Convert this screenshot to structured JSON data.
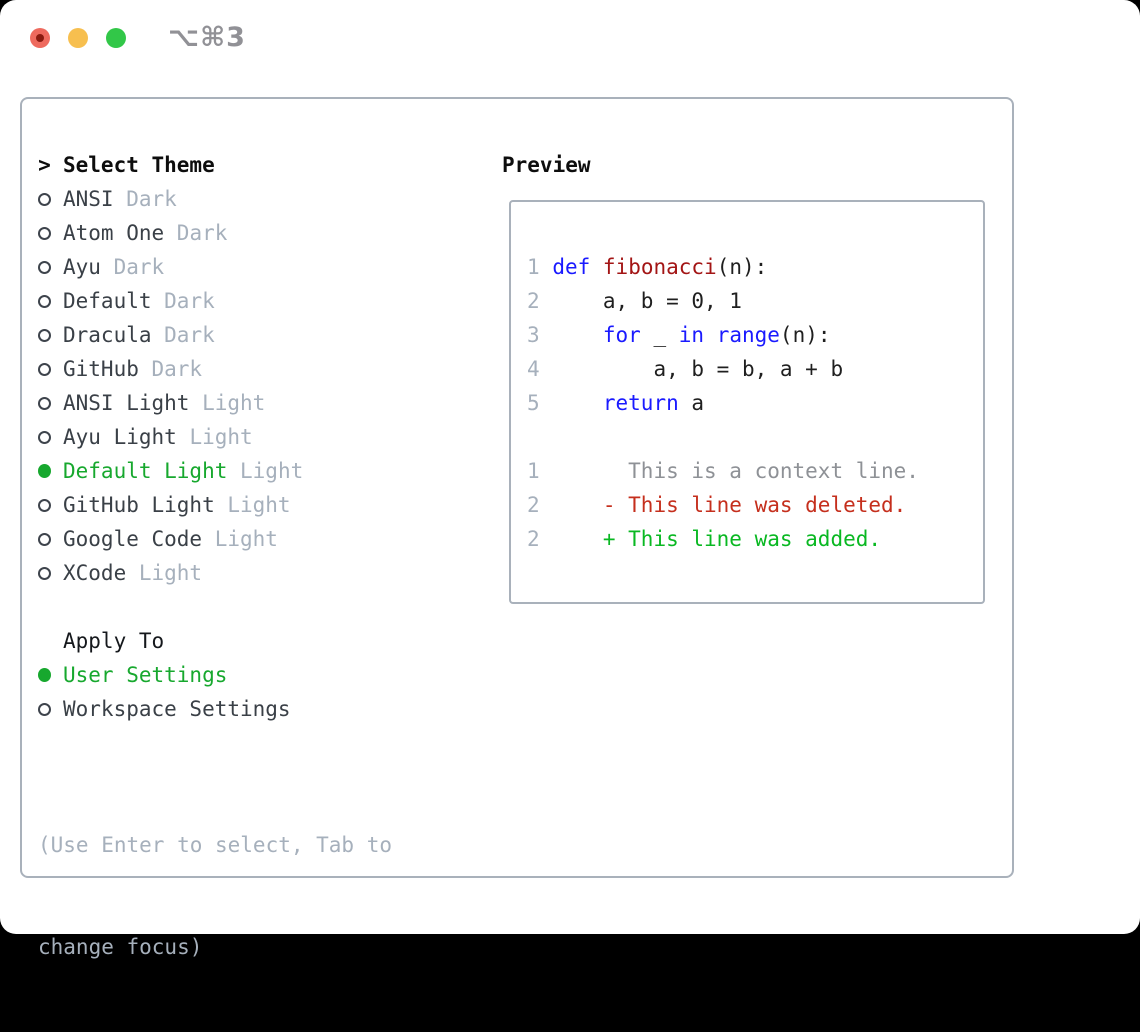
{
  "window": {
    "title": "⌥⌘3",
    "traffic_lights": [
      "close",
      "minimize",
      "zoom"
    ]
  },
  "colors": {
    "traffic_red": "#ee6a5e",
    "traffic_red_dot": "#8a1b10",
    "traffic_yellow": "#f7bf4f",
    "traffic_green": "#32c748",
    "border_gray": "#a9b1bb",
    "muted_gray": "#a6b0bc",
    "selection_green": "#17a82e",
    "keyword_blue": "#1a1aff",
    "function_red": "#a31515",
    "context_gray": "#8e9196",
    "deleted_red": "#c52f1d",
    "added_green": "#09b822"
  },
  "theme_picker": {
    "prompt": ">",
    "header": "Select Theme",
    "themes": [
      {
        "name": "ANSI",
        "tag": "Dark",
        "selected": false
      },
      {
        "name": "Atom One",
        "tag": "Dark",
        "selected": false
      },
      {
        "name": "Ayu",
        "tag": "Dark",
        "selected": false
      },
      {
        "name": "Default",
        "tag": "Dark",
        "selected": false
      },
      {
        "name": "Dracula",
        "tag": "Dark",
        "selected": false
      },
      {
        "name": "GitHub",
        "tag": "Dark",
        "selected": false
      },
      {
        "name": "ANSI Light",
        "tag": "Light",
        "selected": false
      },
      {
        "name": "Ayu Light",
        "tag": "Light",
        "selected": false
      },
      {
        "name": "Default Light",
        "tag": "Light",
        "selected": true
      },
      {
        "name": "GitHub Light",
        "tag": "Light",
        "selected": false
      },
      {
        "name": "Google Code",
        "tag": "Light",
        "selected": false
      },
      {
        "name": "XCode",
        "tag": "Light",
        "selected": false
      }
    ],
    "apply_to": {
      "header": "Apply To",
      "options": [
        {
          "name": "User Settings",
          "selected": true
        },
        {
          "name": "Workspace Settings",
          "selected": false
        }
      ]
    },
    "help_lines": [
      "(Use Enter to select, Tab to",
      "change focus)"
    ]
  },
  "preview": {
    "title": "Preview",
    "lines": [
      {
        "num": "1",
        "parts": [
          {
            "t": " ",
            "c": "code-t"
          },
          {
            "t": "def",
            "c": "kw"
          },
          {
            "t": " ",
            "c": "code-t"
          },
          {
            "t": "fibonacci",
            "c": "fn"
          },
          {
            "t": "(n):",
            "c": "code-t"
          }
        ]
      },
      {
        "num": "2",
        "parts": [
          {
            "t": "     a, b = 0, 1",
            "c": "code-t"
          }
        ]
      },
      {
        "num": "3",
        "parts": [
          {
            "t": "     ",
            "c": "code-t"
          },
          {
            "t": "for",
            "c": "kw"
          },
          {
            "t": " _ ",
            "c": "code-t"
          },
          {
            "t": "in",
            "c": "kw"
          },
          {
            "t": " ",
            "c": "code-t"
          },
          {
            "t": "range",
            "c": "kw"
          },
          {
            "t": "(n):",
            "c": "code-t"
          }
        ]
      },
      {
        "num": "4",
        "parts": [
          {
            "t": "         a, b = b, a + b",
            "c": "code-t"
          }
        ]
      },
      {
        "num": "5",
        "parts": [
          {
            "t": "     ",
            "c": "code-t"
          },
          {
            "t": "return",
            "c": "kw"
          },
          {
            "t": " a",
            "c": "code-t"
          }
        ]
      },
      {
        "num": "",
        "parts": []
      },
      {
        "num": "1",
        "parts": [
          {
            "t": "       This is a context line.",
            "c": "ctx"
          }
        ]
      },
      {
        "num": "2",
        "parts": [
          {
            "t": "     - This line was deleted.",
            "c": "del"
          }
        ]
      },
      {
        "num": "2",
        "parts": [
          {
            "t": "     + This line was added.",
            "c": "add"
          }
        ]
      }
    ]
  }
}
